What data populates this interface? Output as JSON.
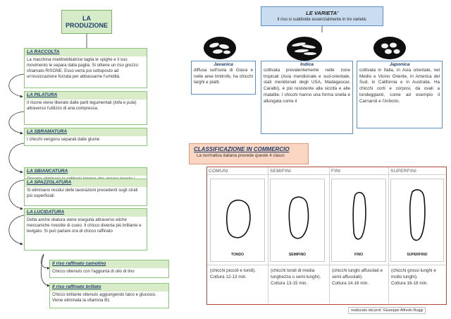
{
  "production": {
    "title": "LA\nPRODUZIONE",
    "steps": [
      {
        "heading": "LA RACCOLTA",
        "text": "La macchina mietitrebbiatrice taglia le spighe e il suo movimento le separa dalla paglia. Si ottiene un riso grezzo chiamato RISONE. Esso verrà poi sottoposto ad un'essiccazione forzata per abbassarne l'umidità."
      },
      {
        "heading": "LA PILATURA",
        "text_a": "Il risone viene liberato dalle parti tegumentali (",
        "text_em": "lolla e pula",
        "text_b": ") attraverso l'utilizzo di aria compressa."
      },
      {
        "heading": "LA SBRAMATURA",
        "text": "I chicchi vengono separati dalle glume"
      },
      {
        "heading": "LA SBIANCATURA",
        "text": "Occorre eliminare la pellicola interna che ancora riveste i chicchi"
      },
      {
        "heading": "LA SPAZZOLATURA",
        "text": "Si eliminano residui delle lavorazioni precedenti sugli strati più superficiali"
      },
      {
        "heading": "LA LUCIDATURA",
        "text": "Detta anche oliatura viene eseguita attraverso eliche meccaniche rivestite di cuoio. Il chicco diventa più brillante e levigato. Si può parlare ora di chicco raffinato"
      }
    ],
    "sub_steps": [
      {
        "heading": "Il riso raffinato camolino",
        "text": "Chicco ottenuto con l'aggiunta di olio di lino"
      },
      {
        "heading": "Il riso raffinato brillato",
        "text": "Chicco brillante ottenuto aggiungendo talco e glucosio. Viene eliminata la vitamina B1"
      }
    ]
  },
  "varieties": {
    "title": "LE VARIETA'",
    "subtitle": "Il riso si suddivide essenzialmente in tre varietà:",
    "items": [
      {
        "name": "Javanica",
        "text": "diffusa sull'isola di Giava e nelle aree limitrofe, ha chicchi larghi e piatti."
      },
      {
        "name": "Indica",
        "text": "coltivata prevalentemente nelle zone tropicali (Asia meridionale e sud-orientale, stati meridionali degli USA, Madagascar, Caraibi), è più resistente alla siccità e alle malattie. I chicchi hanno una forma snella e allungata come il"
      },
      {
        "name": "Japonica",
        "text": "coltivata in Italia, in Asia orientale, nel Medio e Vicino Oriente, in America del Sud, in California e in Australia. Ha chicchi corti e corposi, da ovali a tondeggianti, come ad esempio il Carnaroli e l'Arborio."
      }
    ]
  },
  "classification": {
    "title": "CLASSIFICAZIONE IN COMMERCIO",
    "subtitle": "La normativa italiana prevede queste 4 classi:",
    "classes": [
      {
        "header": "COMUNI",
        "label": "TONDO",
        "desc": "(chicchi piccoli e tondi).",
        "cook": "Cottura 12-13 min."
      },
      {
        "header": "SEMIFINI",
        "label": "SEMIFINO",
        "desc": "(chicchi tondi di media lunghezza o semi lunghi).",
        "cook": "Cottura 13-15 min."
      },
      {
        "header": "FINI",
        "label": "FINO",
        "desc": "(chicchi lunghi affusolati e semi affusolati).",
        "cook": "Cottura 14-16 min."
      },
      {
        "header": "SUPERFINI",
        "label": "SUPERFINO",
        "desc": "(chicchi grossi lunghi e molto lunghi).",
        "cook": "Cottura 16-18 min."
      }
    ]
  },
  "credit": "realizzato dal prof. Giuseppe Alfredo Ruggi",
  "colors": {
    "green_fill": "#d8ecc9",
    "green_border": "#8cc47a",
    "blue_fill": "#c9dcf0",
    "blue_border": "#5b8fc7",
    "peach_fill": "#fbd6c3",
    "frame_red": "#b14a3a",
    "heading_blue": "#1f3d6b"
  }
}
